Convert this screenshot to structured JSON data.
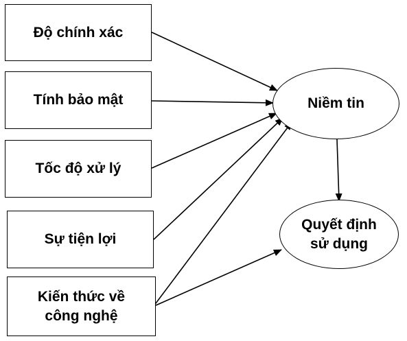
{
  "nodes": {
    "accuracy": "Độ chính xác",
    "security": "Tính bảo mật",
    "speed": "Tốc độ xử lý",
    "convenience": "Sự tiện lợi",
    "tech_knowledge": "Kiến thức về\ncông nghệ",
    "trust": "Niềm tin",
    "usage_decision": "Quyết định\nsử dụng"
  },
  "edges": [
    {
      "from": "accuracy",
      "to": "trust"
    },
    {
      "from": "security",
      "to": "trust"
    },
    {
      "from": "speed",
      "to": "trust"
    },
    {
      "from": "convenience",
      "to": "trust"
    },
    {
      "from": "tech_knowledge",
      "to": "trust"
    },
    {
      "from": "tech_knowledge",
      "to": "usage_decision"
    },
    {
      "from": "trust",
      "to": "usage_decision"
    }
  ]
}
